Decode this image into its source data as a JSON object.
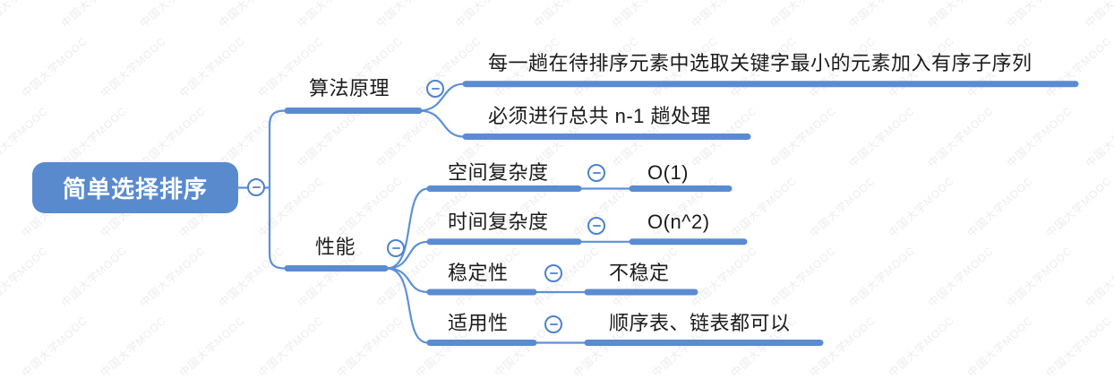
{
  "watermark": {
    "text": "中国大学MOOC"
  },
  "colors": {
    "topic_blue": "#5a8ace",
    "branch_line_blue": "#5b8bd1",
    "thin_line_blue": "#5e90d8",
    "text_color": "#1b1b1b"
  },
  "mindmap": {
    "root": {
      "label": "简单选择排序"
    },
    "branches": [
      {
        "label": "算法原理",
        "children": [
          {
            "label": "每一趟在待排序元素中选取关键字最小的元素加入有序子序列"
          },
          {
            "label": "必须进行总共 n-1 趟处理"
          }
        ]
      },
      {
        "label": "性能",
        "children": [
          {
            "label": "空间复杂度",
            "value": "O(1)"
          },
          {
            "label": "时间复杂度",
            "value": "O(n^2)"
          },
          {
            "label": "稳定性",
            "value": "不稳定"
          },
          {
            "label": "适用性",
            "value": "顺序表、链表都可以"
          }
        ]
      }
    ]
  }
}
